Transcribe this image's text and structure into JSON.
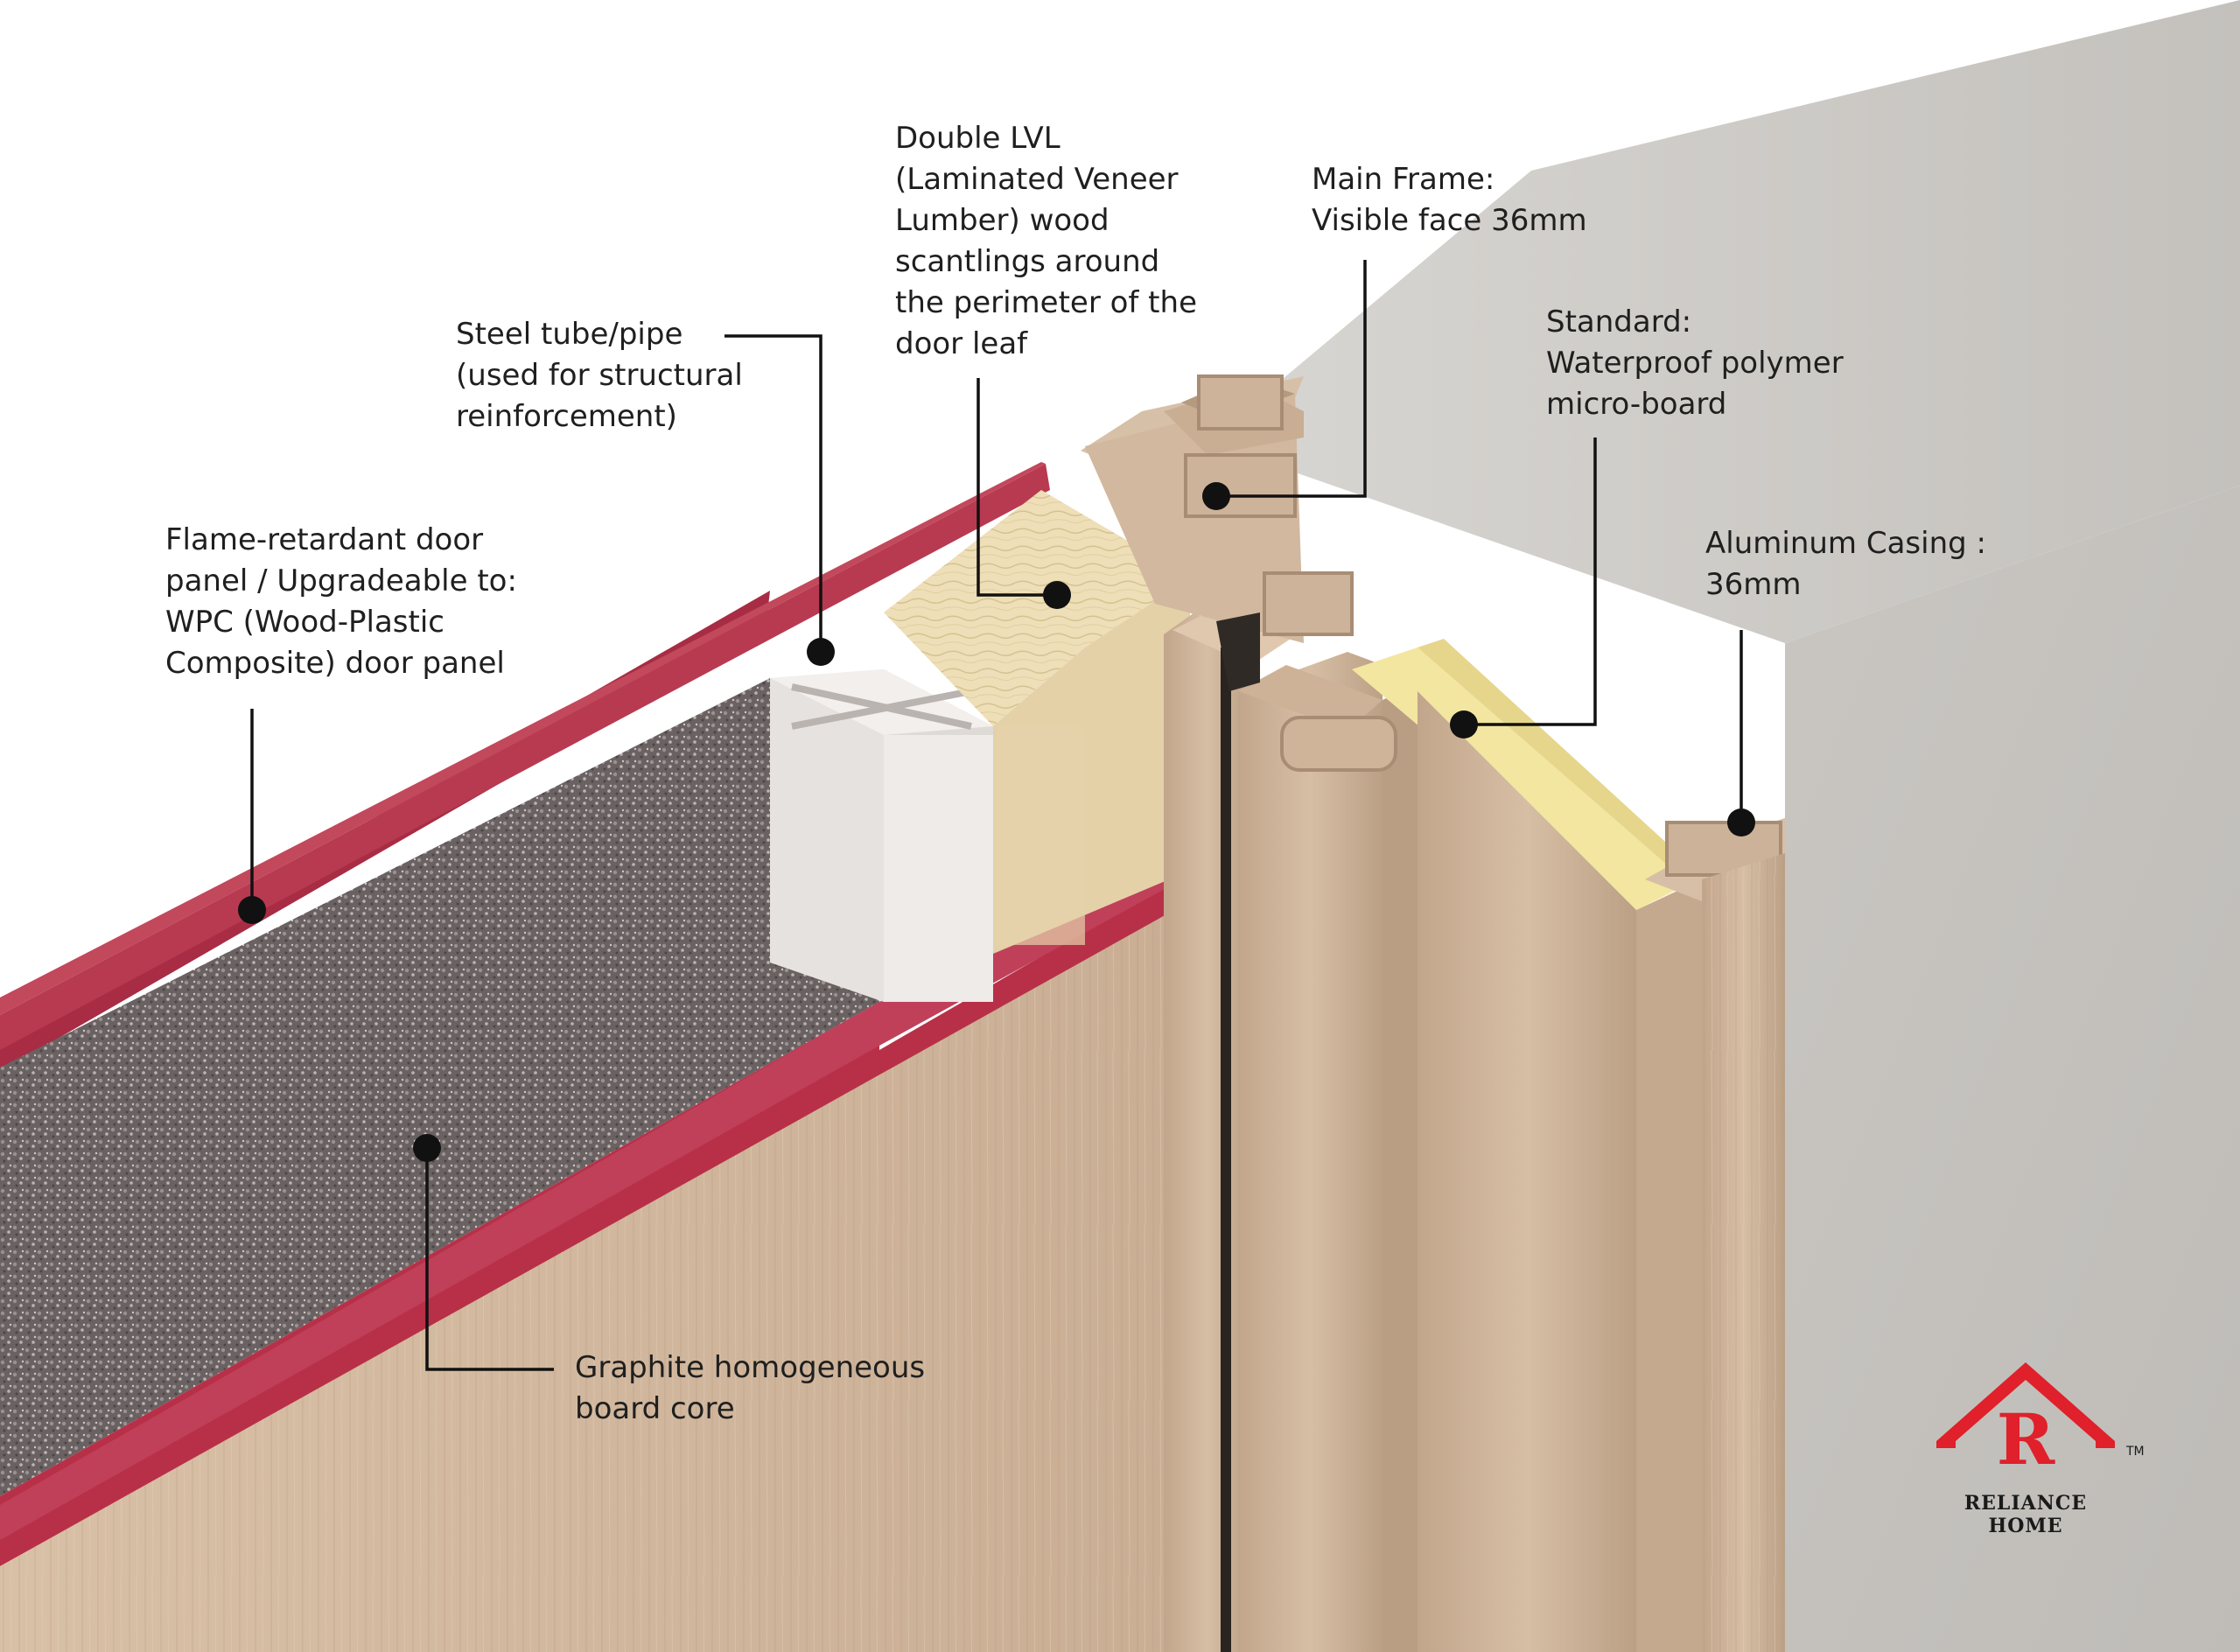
{
  "labels": {
    "flame_panel": [
      "Flame-retardant door",
      "panel / Upgradeable to:",
      "WPC (Wood-Plastic",
      "Composite) door panel"
    ],
    "steel_tube": [
      "Steel tube/pipe",
      "(used for structural",
      "reinforcement)"
    ],
    "lvl": [
      "Double LVL",
      "(Laminated Veneer",
      "Lumber) wood",
      "scantlings around",
      "the perimeter of the",
      "door leaf"
    ],
    "main_frame": [
      "Main Frame:",
      "Visible face 36mm"
    ],
    "micro_board": [
      "Standard:",
      "Waterproof polymer",
      "micro-board"
    ],
    "aluminum": [
      "Aluminum Casing :",
      "36mm"
    ],
    "graphite": [
      "Graphite homogeneous",
      "board core"
    ]
  },
  "logo": {
    "letter": "R",
    "tm": "TM",
    "line1": "RELIANCE",
    "line2": "HOME",
    "color": "#e0202a"
  },
  "colors": {
    "wood": "#d2b8a0",
    "wall": "#cfcdc9",
    "red_panel": "#b83048",
    "graphite": "#6e6767",
    "lvl": "#ecdcb4",
    "micro_board": "#f3e7a0",
    "leader": "#111111"
  }
}
